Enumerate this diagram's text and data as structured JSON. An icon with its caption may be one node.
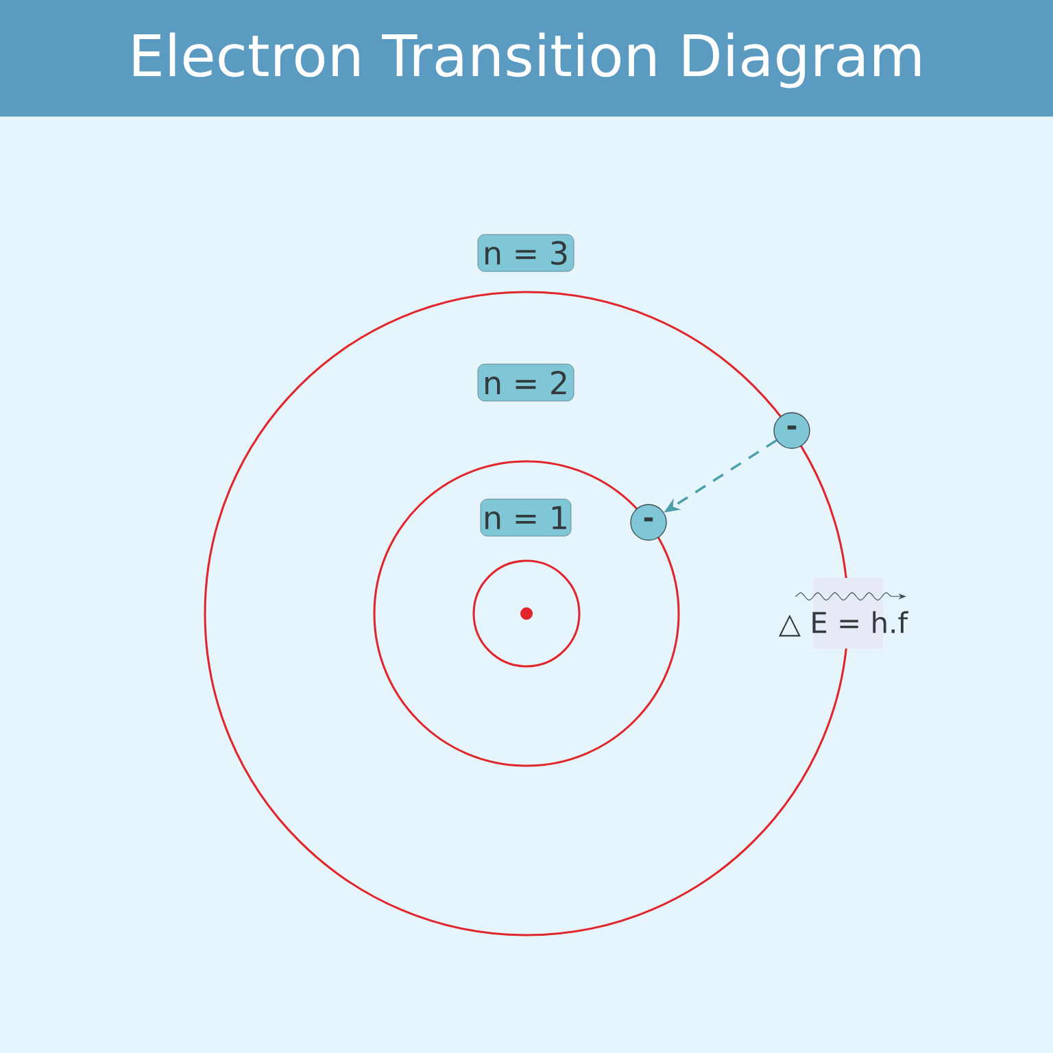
{
  "diagram": {
    "title": "Electron Transition Diagram",
    "nodes": [
      {
        "text": [
          "n = 3"
        ]
      },
      {
        "text": [
          "n = 2"
        ]
      },
      {
        "text": [
          "n = 1"
        ]
      },
      {
        "text": [
          "-"
        ]
      },
      {
        "text": [
          "-"
        ]
      }
    ],
    "edges": [
      {
        "from": 3,
        "to": 4,
        "arrow": "to",
        "style": "dashed",
        "color": "#4a9fab"
      }
    ],
    "labels": [
      "△ E = h.f"
    ]
  }
}
